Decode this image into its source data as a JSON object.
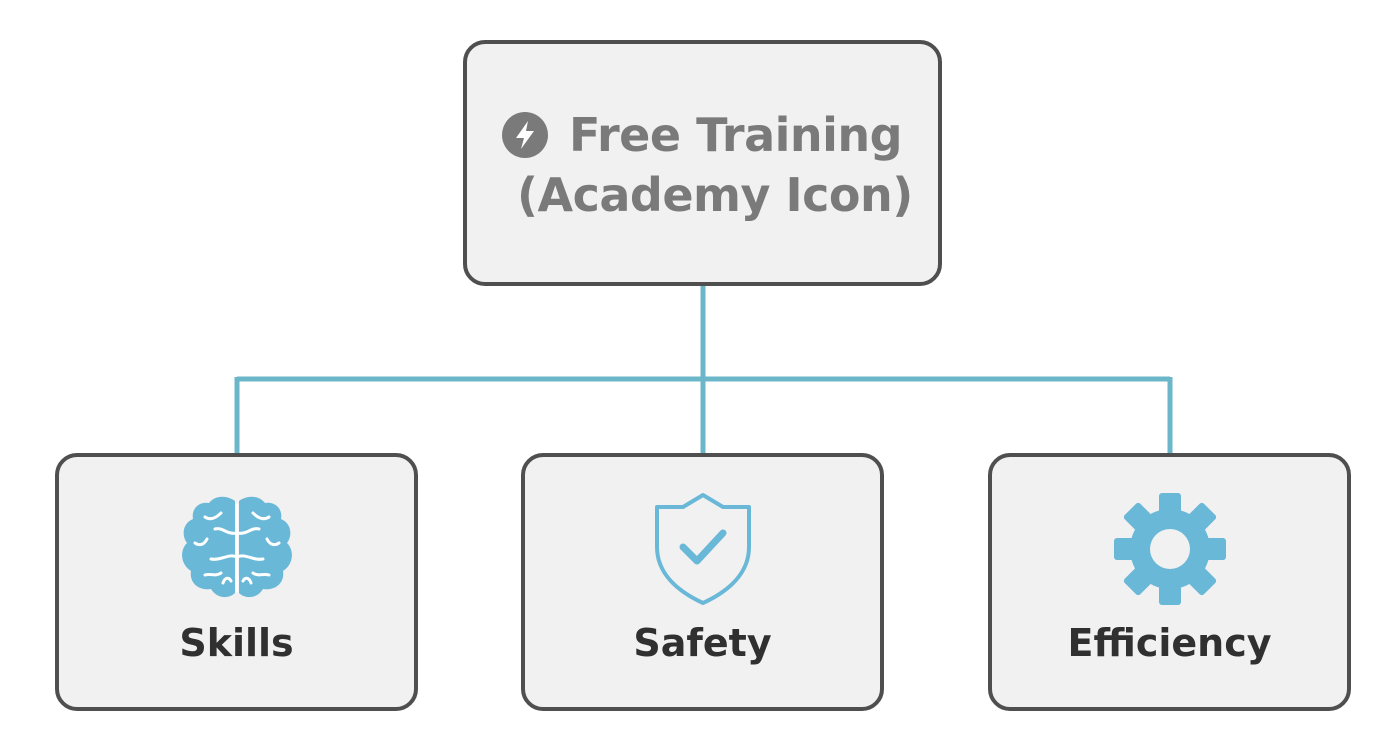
{
  "colors": {
    "background": "#ffffff",
    "box_fill": "#f1f1f1",
    "box_border": "#4f4f4f",
    "connector": "#6bb7c9",
    "icon_accent": "#6ab8d8",
    "root_text": "#7a7a7a",
    "child_text": "#303030"
  },
  "root": {
    "line1": "Free Training",
    "line2": "(Academy Icon)",
    "icon": "lightning-bolt-icon"
  },
  "children": [
    {
      "label": "Skills",
      "icon": "brain-icon"
    },
    {
      "label": "Safety",
      "icon": "shield-check-icon"
    },
    {
      "label": "Efficiency",
      "icon": "gear-icon"
    }
  ]
}
